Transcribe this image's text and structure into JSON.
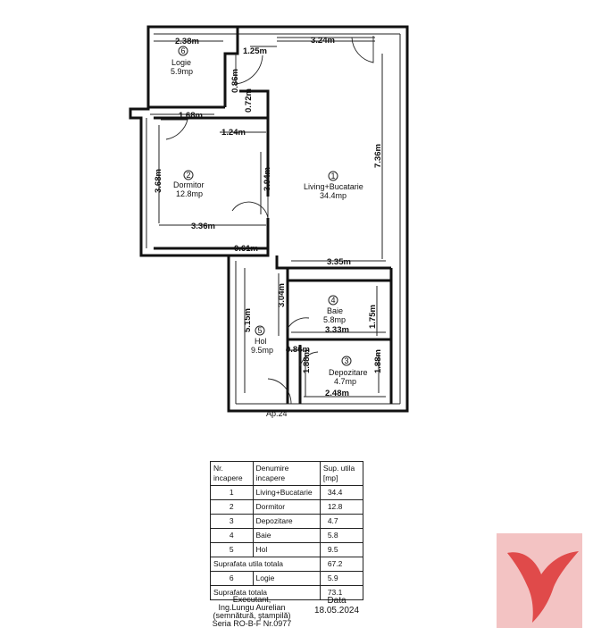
{
  "plan": {
    "apartment": "Ap.24",
    "rooms": [
      {
        "no": "1",
        "name": "Living+Bucatarie",
        "area": "34.4mp"
      },
      {
        "no": "2",
        "name": "Dormitor",
        "area": "12.8mp"
      },
      {
        "no": "3",
        "name": "Depozitare",
        "area": "4.7mp"
      },
      {
        "no": "4",
        "name": "Baie",
        "area": "5.8mp"
      },
      {
        "no": "5",
        "name": "Hol",
        "area": "9.5mp"
      },
      {
        "no": "6",
        "name": "Logie",
        "area": "5.9mp"
      }
    ],
    "dimensions": {
      "logie_width": "2.38m",
      "top_middle": "1.25m",
      "living_top": "3.24m",
      "logie_door": "0.86m",
      "logie_small": "0.72m",
      "bedroom_top": "1.68m",
      "bedroom_sub": "1.24m",
      "bedroom_height": "3.68m",
      "bedroom_inner": "3.94m",
      "living_height": "7.36m",
      "bedroom_bottom": "3.36m",
      "hall_top": "0.61m",
      "living_bottom": "3.35m",
      "hall_mid": "3.04m",
      "bath_height": "1.75m",
      "hall_height": "5.15m",
      "bath_bottom": "3.33m",
      "hall_door": "0.86m",
      "storage_left": "1.88m",
      "storage_right": "1.88m",
      "storage_bottom": "2.48m"
    }
  },
  "table": {
    "headers": {
      "nr": "Nr. incapere",
      "name": "Denumire incapere",
      "area": "Sup. utila [mp]"
    },
    "rows": [
      {
        "nr": "1",
        "name": "Living+Bucatarie",
        "area": "34.4"
      },
      {
        "nr": "2",
        "name": "Dormitor",
        "area": "12.8"
      },
      {
        "nr": "3",
        "name": "Depozitare",
        "area": "4.7"
      },
      {
        "nr": "4",
        "name": "Baie",
        "area": "5.8"
      },
      {
        "nr": "5",
        "name": "Hol",
        "area": "9.5"
      }
    ],
    "useful_total_label": "Suprafata utila totala",
    "useful_total": "67.2",
    "logia_row": {
      "nr": "6",
      "name": "Logie",
      "area": "5.9"
    },
    "grand_total_label": "Suprafata totala",
    "grand_total": "73.1"
  },
  "footer": {
    "executant": "Executant,",
    "engineer": "Ing.Lungu Aurelian",
    "signature": "(semnătură, ştampilă)",
    "series": "Seria RO-B-F Nr.0977",
    "date_label": "Data",
    "date": "18.05.2024"
  },
  "logo": {
    "colors": {
      "red": "#e04a4a",
      "pink": "#f3c3c3"
    }
  }
}
